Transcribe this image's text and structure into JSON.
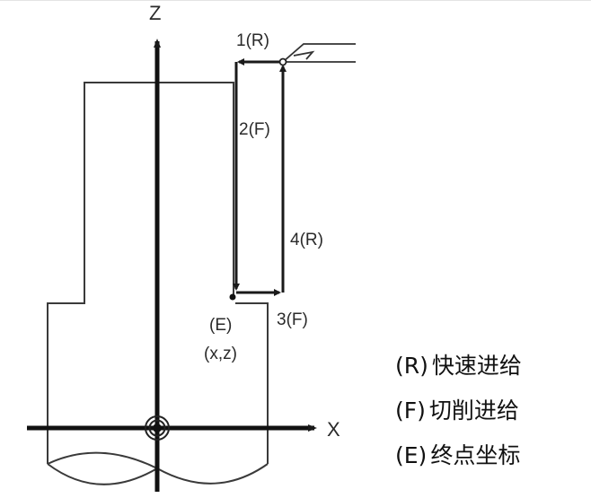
{
  "axes": {
    "z_label": "Z",
    "x_label": "X"
  },
  "tool_path": {
    "steps": [
      {
        "label": "1(R)",
        "mode": "rapid"
      },
      {
        "label": "2(F)",
        "mode": "feed"
      },
      {
        "label": "3(F)",
        "mode": "feed"
      },
      {
        "label": "4(R)",
        "mode": "rapid"
      }
    ],
    "end_point": {
      "label": "(E)",
      "coords": "(x,z)"
    }
  },
  "legend": [
    {
      "key": "(R)",
      "text": "快速进给"
    },
    {
      "key": "(F)",
      "text": "切削进给"
    },
    {
      "key": "(E)",
      "text": "终点坐标"
    }
  ],
  "colors": {
    "line": "#1a1a1a",
    "outline": "#3a3a3a"
  }
}
